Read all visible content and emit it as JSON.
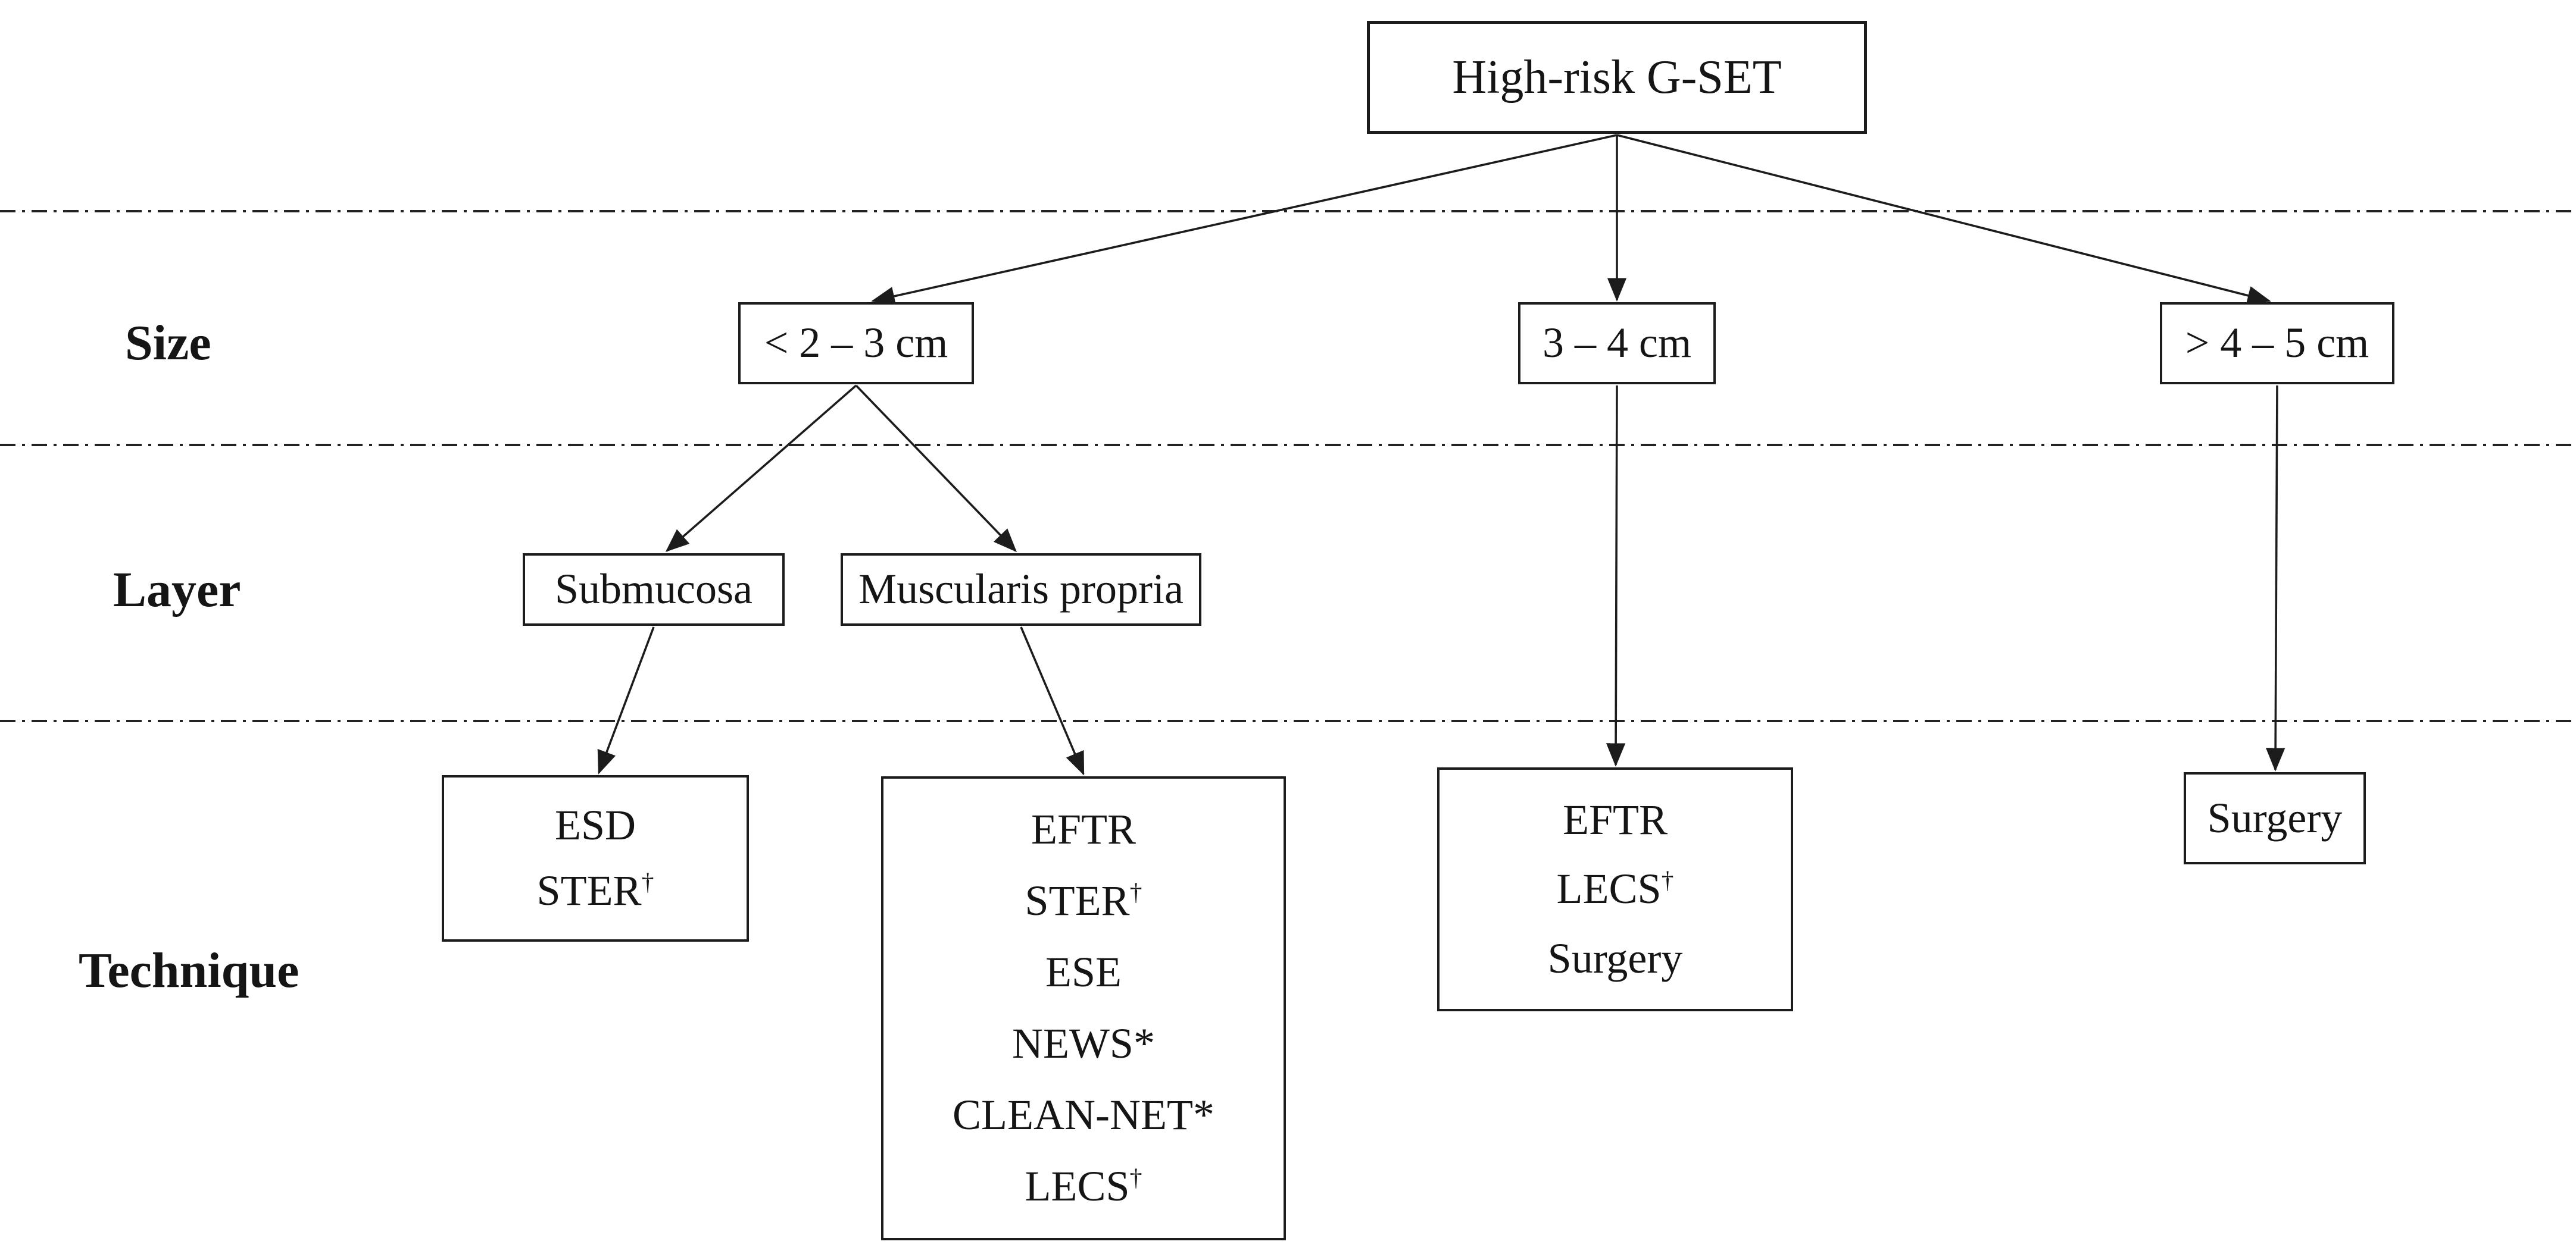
{
  "figure": {
    "title_node": {
      "label": "High-risk G-SET"
    },
    "row_labels": {
      "size": "Size",
      "layer": "Layer",
      "technique": "Technique"
    },
    "size_nodes": [
      "< 2 – 3 cm",
      "3 – 4 cm",
      "> 4 – 5 cm"
    ],
    "layer_nodes": [
      "Submucosa",
      "Muscularis propria"
    ],
    "technique_boxes": {
      "submucosa": {
        "items": [
          {
            "t": "ESD"
          },
          {
            "t": "STER",
            "s": "†"
          }
        ]
      },
      "muscularis": {
        "items": [
          {
            "t": "EFTR"
          },
          {
            "t": "STER",
            "s": "†"
          },
          {
            "t": "ESE"
          },
          {
            "t": "NEWS*"
          },
          {
            "t": "CLEAN-NET*"
          },
          {
            "t": "LECS",
            "s": "†"
          }
        ]
      },
      "size_3_4": {
        "items": [
          {
            "t": "EFTR"
          },
          {
            "t": "LECS",
            "s": "†"
          },
          {
            "t": "Surgery"
          }
        ]
      },
      "size_4_5": {
        "items": [
          {
            "t": "Surgery"
          }
        ]
      }
    },
    "colors": {
      "background": "#ffffff",
      "line": "#1c1c1c",
      "box_border": "#1c1c1c",
      "text": "#151515"
    }
  }
}
